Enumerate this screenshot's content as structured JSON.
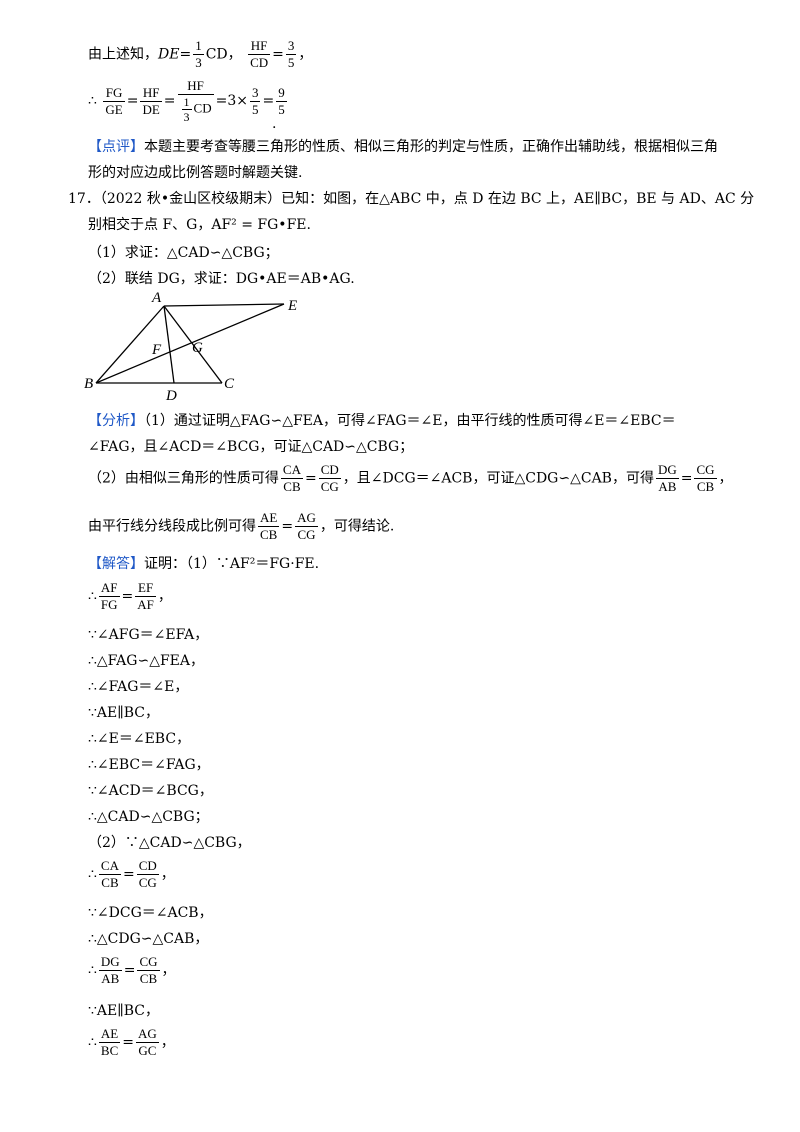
{
  "lines": {
    "l1_prefix": "由上述知，",
    "l1_de": "DE",
    "l1_eq": "=",
    "l1_f1_num": "1",
    "l1_f1_den": "3",
    "l1_cd": "CD",
    "l1_comma": "，",
    "l1_f2_num": "HF",
    "l1_f2_den": "CD",
    "l1_eq2": "=",
    "l1_f3_num": "3",
    "l1_f3_den": "5",
    "l1_end": "，",
    "l2_therefore": "∴",
    "l2_fa_num": "FG",
    "l2_fa_den": "GE",
    "l2_eq1": "=",
    "l2_fb_num": "HF",
    "l2_fb_den": "DE",
    "l2_eq2": "=",
    "l2_big_num": "HF",
    "l2_small_num": "1",
    "l2_small_den": "3",
    "l2_big_den_tail": "CD",
    "l2_mid": "=3×",
    "l2_fc_num": "3",
    "l2_fc_den": "5",
    "l2_eq3": "=",
    "l2_fd_num": "9",
    "l2_fd_den": "5",
    "l2_period": "."
  },
  "comment": {
    "tag": "【点评】",
    "line1": "本题主要考查等腰三角形的性质、相似三角形的判定与性质，正确作出辅助线，根据相似三角",
    "line2": "形的对应边成比例答题时解题关键."
  },
  "problem": {
    "number": "17．",
    "source": "（2022 秋•金山区校级期末）",
    "line1_rest": "已知：如图，在△ABC 中，点 D 在边 BC 上，AE∥BC，BE 与 AD、AC 分",
    "line2": "别相交于点 F、G，AF² = FG•FE.",
    "q1": "（1）求证：△CAD∽△CBG；",
    "q2": "（2）联结 DG，求证：DG•AE＝AB•AG."
  },
  "figure": {
    "labels": {
      "A": "A",
      "E": "E",
      "F": "F",
      "G": "G",
      "B": "B",
      "D": "D",
      "C": "C"
    }
  },
  "analysis": {
    "tag": "【分析】",
    "line1": "（1）通过证明△FAG∽△FEA，可得∠FAG＝∠E，由平行线的性质可得∠E＝∠EBC＝",
    "line2": "∠FAG，且∠ACD＝∠BCG，可证△CAD∽△CBG；",
    "line3_a": "（2）由相似三角形的性质可得",
    "line3_f1_num": "CA",
    "line3_f1_den": "CB",
    "line3_eq": "=",
    "line3_f2_num": "CD",
    "line3_f2_den": "CG",
    "line3_b": "，且∠DCG＝∠ACB，可证△CDG∽△CAB，可得",
    "line3_f3_num": "DG",
    "line3_f3_den": "AB",
    "line3_eq2": "=",
    "line3_f4_num": "CG",
    "line3_f4_den": "CB",
    "line3_end": "，",
    "line4_a": "由平行线分线段成比例可得",
    "line4_f1_num": "AE",
    "line4_f1_den": "CB",
    "line4_eq": "=",
    "line4_f2_num": "AG",
    "line4_f2_den": "CG",
    "line4_b": "，可得结论."
  },
  "answer": {
    "tag": "【解答】",
    "intro": "证明：（1）∵AF²＝FG·FE.",
    "s1_therefore": "∴",
    "s1_f1_num": "AF",
    "s1_f1_den": "FG",
    "s1_eq": "=",
    "s1_f2_num": "EF",
    "s1_f2_den": "AF",
    "s1_end": "，",
    "s2": "∵∠AFG＝∠EFA，",
    "s3": "∴△FAG∽△FEA，",
    "s4": "∴∠FAG＝∠E，",
    "s5": "∵AE∥BC，",
    "s6": "∴∠E＝∠EBC，",
    "s7": "∴∠EBC＝∠FAG，",
    "s8": "∵∠ACD＝∠BCG，",
    "s9": "∴△CAD∽△CBG；",
    "p2": "（2）∵△CAD∽△CBG，",
    "s10_therefore": "∴",
    "s10_f1_num": "CA",
    "s10_f1_den": "CB",
    "s10_eq": "=",
    "s10_f2_num": "CD",
    "s10_f2_den": "CG",
    "s10_end": "，",
    "s11": "∵∠DCG＝∠ACB，",
    "s12": "∴△CDG∽△CAB，",
    "s13_therefore": "∴",
    "s13_f1_num": "DG",
    "s13_f1_den": "AB",
    "s13_eq": "=",
    "s13_f2_num": "CG",
    "s13_f2_den": "CB",
    "s13_end": "，",
    "s14": "∵AE∥BC，",
    "s15_therefore": "∴",
    "s15_f1_num": "AE",
    "s15_f1_den": "BC",
    "s15_eq": "=",
    "s15_f2_num": "AG",
    "s15_f2_den": "GC",
    "s15_end": "，"
  }
}
